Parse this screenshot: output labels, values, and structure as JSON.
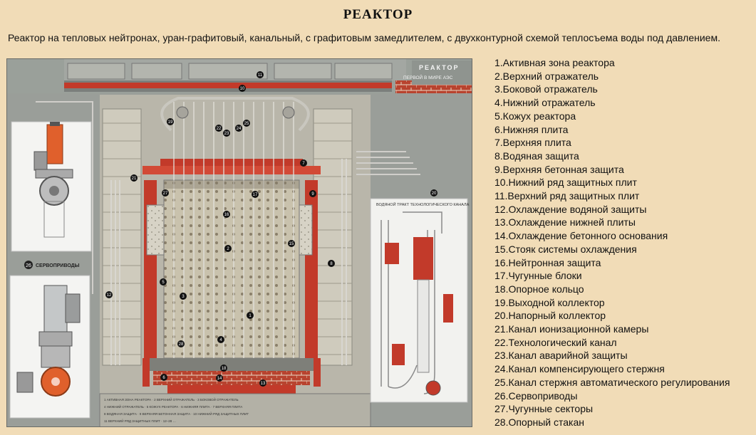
{
  "title": "РЕАКТОР",
  "subtitle": "Реактор на тепловых нейтронах, уран-графитовый, канальный,  с графитовым замедлителем, с двухконтурной схемой теплосъема воды под давлением.",
  "poster": {
    "caption_main": "РЕАКТОР",
    "caption_sub": "ПЕРВОЙ В МИРЕ  АЭС",
    "servo_label": "СЕРВОПРИВОДЫ",
    "servo_number": "26",
    "inset_title": "ВОДЯНОЙ ТРАКТ ТЕХНОЛОГИЧЕСКОГО КАНАЛА",
    "markers": [
      "1",
      "2",
      "3",
      "4",
      "5",
      "6",
      "7",
      "8",
      "9",
      "10",
      "11",
      "12",
      "13",
      "14",
      "15",
      "16",
      "17",
      "18",
      "19",
      "20",
      "21",
      "22",
      "23",
      "24",
      "25",
      "27",
      "28"
    ]
  },
  "legend": [
    "1.Активная зона реактора",
    "2.Верхний отражатель",
    "3.Боковой отражатель",
    "4.Нижний отражатель",
    "5.Кожух реактора",
    "6.Нижняя плита",
    "7.Верхняя плита",
    "8.Водяная защита",
    "9.Верхняя бетонная защита",
    "10.Нижний ряд защитных плит",
    "11.Верхний ряд защитных плит",
    "12.Охлаждение водяной защиты",
    "13.Охлаждение нижней плиты",
    "14.Охлаждение бетонного основания",
    "15.Стояк системы охлаждения",
    "16.Нейтронная защита",
    "17.Чугунные блоки",
    "18.Опорное кольцо",
    "19.Выходной коллектор",
    "20.Напорный коллектор",
    "21.Канал ионизационной камеры",
    "22.Технологический канал",
    "23.Канал аварийной защиты",
    "24.Канал компенсирующего стержня",
    "25.Канал стержня автоматического регулирования",
    "26.Сервоприводы",
    "27.Чугунные секторы",
    "28.Опорный стакан"
  ]
}
